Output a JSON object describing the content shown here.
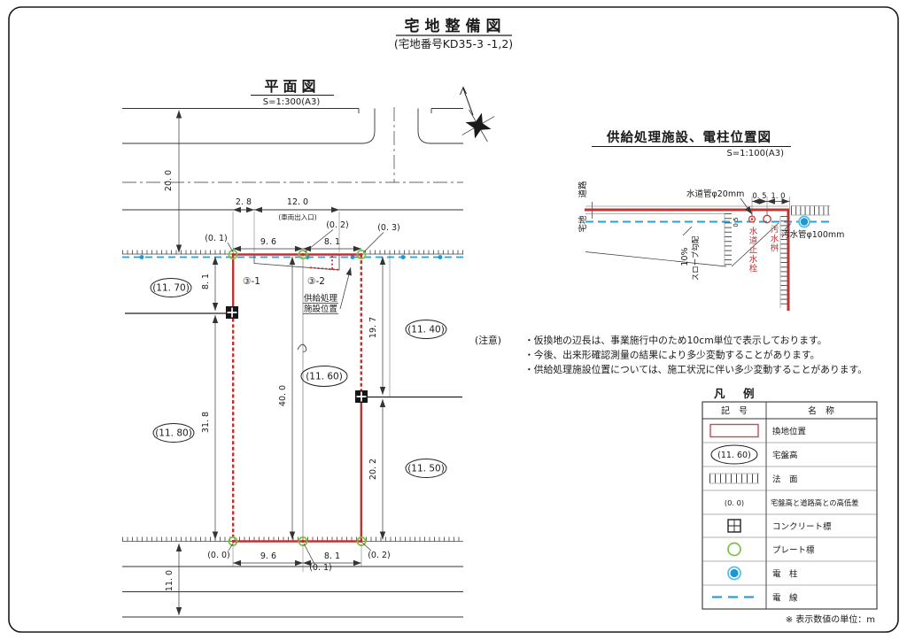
{
  "doc": {
    "title": "宅地整備図",
    "subtitle": "(宅地番号KD35-3 -1,2)"
  },
  "plan": {
    "title": "平面図",
    "scale": "S=1:300(A3)",
    "entrance": "(車両出入口)",
    "lot1": "③-1",
    "lot2": "③-2",
    "facility_line1": "供給処理",
    "facility_line2": "施設位置",
    "dims": {
      "road_top": "20. 0",
      "road_bottom": "11. 0",
      "offset_left": "2. 8",
      "entrance_width": "12. 0",
      "top_left": "9. 6",
      "top_right": "8. 1",
      "left_upper": "8. 1",
      "left_lower": "31. 8",
      "center": "40. 0",
      "right_upper": "19. 7",
      "right_lower": "20. 2",
      "bottom_left": "9. 6",
      "bottom_right": "8. 1"
    },
    "offsets": {
      "top_left": "(0. 1)",
      "top_mid": "(0. 2)",
      "top_right": "(0. 3)",
      "bottom_left": "(0. 0)",
      "bottom_mid": "(0. 1)",
      "bottom_right": "(0. 2)"
    },
    "elevations": [
      "(11. 70)",
      "(11. 40)",
      "(11. 60)",
      "(11. 80)",
      "(11. 50)"
    ]
  },
  "detail": {
    "title": "供給処理施設、電柱位置図",
    "scale": "S=1:100(A3)",
    "road_label": "道路",
    "lot_label": "宅地",
    "water_pipe": "水道管φ20mm",
    "sewer_pipe": "汚水管φ100mm",
    "water_valve": "水道止水栓",
    "sewer_basin": "汚水桝",
    "slope_pct": "10%",
    "slope_label": "スロープ勾配",
    "dim_a": "0. 5",
    "dim_b": "1. 0",
    "dim_c": "0.5"
  },
  "notes": {
    "heading": "(注意)",
    "items": [
      "・仮換地の辺長は、事業施行中のため10cm単位で表示しております。",
      "・今後、出来形確認測量の結果により多少変動することがあります。",
      "・供給処理施設位置については、施工状況に伴い多少変動することがあります。"
    ]
  },
  "legend": {
    "title": "凡　例",
    "col_symbol": "記　号",
    "col_name": "名　称",
    "sample_elevation": "(11. 60)",
    "sample_offset": "(0. 0)",
    "rows": [
      {
        "name": "換地位置"
      },
      {
        "name": "宅盤高"
      },
      {
        "name": "法　面"
      },
      {
        "name": "宅盤高と道路高との高低差"
      },
      {
        "name": "コンクリート標"
      },
      {
        "name": "プレート標"
      },
      {
        "name": "電　柱"
      },
      {
        "name": "電　線"
      }
    ],
    "unit_note": "※ 表示数値の単位：m"
  },
  "colors": {
    "boundary_red": "#c03333",
    "utility_blue": "#2e9fd4",
    "plate_green": "#7ac143"
  }
}
